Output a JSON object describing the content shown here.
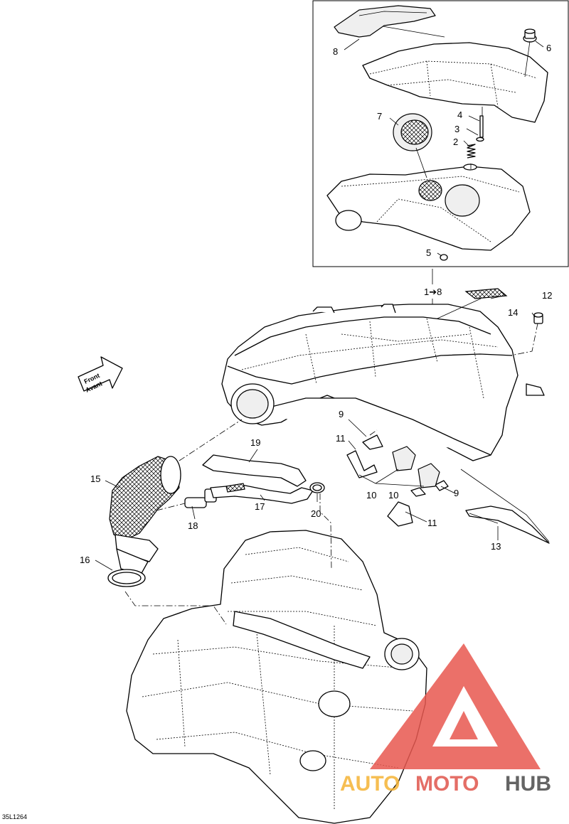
{
  "diagram": {
    "reference_code": "35L1264",
    "front_arrow": {
      "line1": "Front",
      "line2": "Avant"
    },
    "callouts": [
      {
        "id": "c1-8",
        "text": "1➔8"
      },
      {
        "id": "c2",
        "text": "2"
      },
      {
        "id": "c3",
        "text": "3"
      },
      {
        "id": "c4",
        "text": "4"
      },
      {
        "id": "c5",
        "text": "5"
      },
      {
        "id": "c6",
        "text": "6"
      },
      {
        "id": "c7",
        "text": "7"
      },
      {
        "id": "c8",
        "text": "8"
      },
      {
        "id": "c9a",
        "text": "9"
      },
      {
        "id": "c9b",
        "text": "9"
      },
      {
        "id": "c10a",
        "text": "10"
      },
      {
        "id": "c10b",
        "text": "10"
      },
      {
        "id": "c11a",
        "text": "11"
      },
      {
        "id": "c11b",
        "text": "11"
      },
      {
        "id": "c12",
        "text": "12"
      },
      {
        "id": "c13",
        "text": "13"
      },
      {
        "id": "c14",
        "text": "14"
      },
      {
        "id": "c15",
        "text": "15"
      },
      {
        "id": "c16",
        "text": "16"
      },
      {
        "id": "c17",
        "text": "17"
      },
      {
        "id": "c18",
        "text": "18"
      },
      {
        "id": "c19",
        "text": "19"
      },
      {
        "id": "c20",
        "text": "20"
      }
    ]
  },
  "watermark": {
    "part1": "AUTO",
    "part2": "MOTO",
    "part3": "HUB",
    "colors": {
      "triangle": "#e8584f",
      "auto": "#f5b335",
      "moto": "#e0554c",
      "hub": "#4a4a4a"
    }
  }
}
